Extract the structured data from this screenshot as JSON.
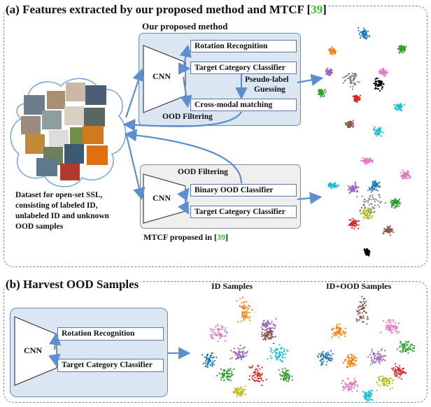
{
  "panel_a": {
    "title_prefix": "(a) Features extracted by our proposed method and MTCF [",
    "title_ref": "39",
    "title_suffix": "]",
    "proposed": {
      "heading": "Our proposed method",
      "cnn": "CNN",
      "rotation": "Rotation Recognition",
      "target": "Target Category Classifier",
      "pseudo_line1": "Pseudo-label",
      "pseudo_line2": "Guessing",
      "crossmodal": "Cross-modal matching",
      "ood_filter": "OOD  Filtering"
    },
    "mtcf": {
      "ood_filter": "OOD  Filtering",
      "cnn": "CNN",
      "binary": "Binary OOD Classifier",
      "target": "Target Category Classifier",
      "caption_prefix": "MTCF proposed in [",
      "caption_ref": "39",
      "caption_suffix": "]"
    },
    "dataset_caption": [
      "Dataset for open-set SSL,",
      "consisting of labeled ID,",
      "unlabeled ID and unknown",
      "OOD samples"
    ]
  },
  "panel_b": {
    "title": "(b) Harvest OOD Samples",
    "cnn": "CNN",
    "rotation": "Rotation Recognition",
    "target": "Target Category Classifier",
    "id_samples": "ID Samples",
    "id_ood_samples": "ID+OOD Samples"
  },
  "colors": {
    "panel_border": "#6f8fb8",
    "module_fill": "#dbe6f3",
    "mtcf_fill": "#efefef",
    "arrow": "#5b8fd0",
    "ref_green": "#2fbf2f",
    "cluster_palette": [
      "#1f77b4",
      "#ff7f0e",
      "#2ca02c",
      "#d62728",
      "#9467bd",
      "#8c564b",
      "#e377c2",
      "#7f7f7f",
      "#bcbd22",
      "#17becf",
      "#000000"
    ]
  }
}
